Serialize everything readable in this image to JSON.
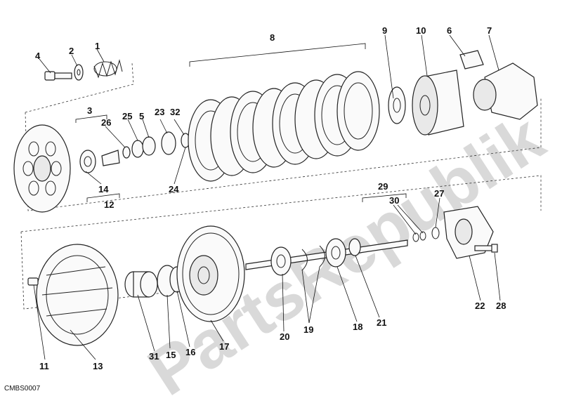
{
  "diagram": {
    "watermark": "PartsRepublik",
    "drawing_code": "CMBS0007",
    "callouts": {
      "c1": "1",
      "c2": "2",
      "c3": "3",
      "c4": "4",
      "c5": "5",
      "c6": "6",
      "c7": "7",
      "c8": "8",
      "c9": "9",
      "c10": "10",
      "c11": "11",
      "c12": "12",
      "c13": "13",
      "c14": "14",
      "c15": "15",
      "c16": "16",
      "c17": "17",
      "c18": "18",
      "c19": "19",
      "c20": "20",
      "c21": "21",
      "c22": "22",
      "c23": "23",
      "c24": "24",
      "c25": "25",
      "c26": "26",
      "c27": "27",
      "c28": "28",
      "c29": "29",
      "c30": "30",
      "c31": "31",
      "c32": "32"
    }
  }
}
